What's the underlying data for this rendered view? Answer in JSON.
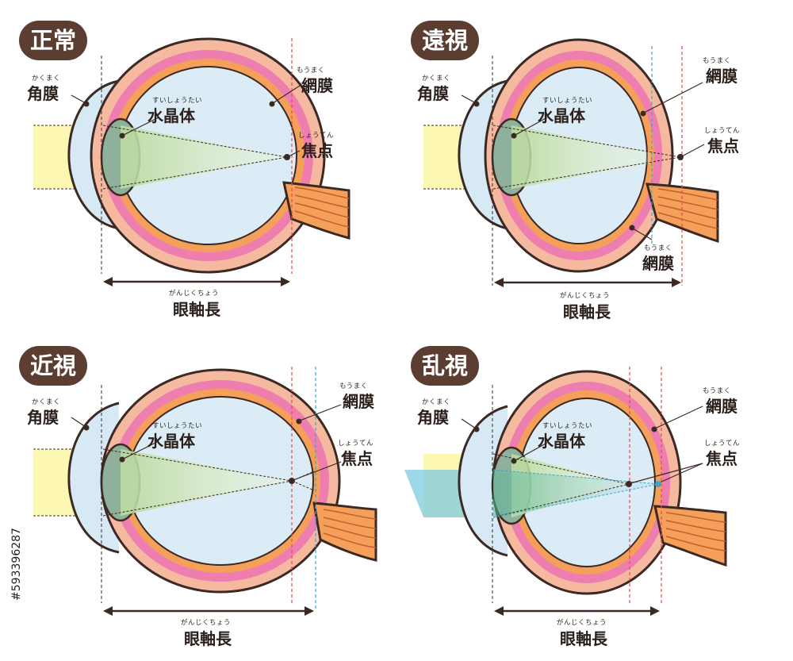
{
  "panels": [
    {
      "id": "normal",
      "title": "正常",
      "labels": {
        "cornea": {
          "ruby": "かくまく",
          "text": "角膜"
        },
        "retina": {
          "ruby": "もうまく",
          "text": "網膜"
        },
        "lens": {
          "ruby": "すいしょうたい",
          "text": "水晶体"
        },
        "focus": {
          "ruby": "しょうてん",
          "text": "焦点"
        },
        "axial_length": {
          "ruby": "がんじくちょう",
          "text": "眼軸長"
        }
      }
    },
    {
      "id": "hyperopia",
      "title": "遠視",
      "labels": {
        "cornea": {
          "ruby": "かくまく",
          "text": "角膜"
        },
        "retina": {
          "ruby": "もうまく",
          "text": "網膜"
        },
        "retina_lower": {
          "ruby": "もうまく",
          "text": "網膜"
        },
        "lens": {
          "ruby": "すいしょうたい",
          "text": "水晶体"
        },
        "focus": {
          "ruby": "しょうてん",
          "text": "焦点"
        },
        "axial_length": {
          "ruby": "がんじくちょう",
          "text": "眼軸長"
        }
      }
    },
    {
      "id": "myopia",
      "title": "近視",
      "labels": {
        "cornea": {
          "ruby": "かくまく",
          "text": "角膜"
        },
        "retina": {
          "ruby": "もうまく",
          "text": "網膜"
        },
        "lens": {
          "ruby": "すいしょうたい",
          "text": "水晶体"
        },
        "focus": {
          "ruby": "しょうてん",
          "text": "焦点"
        },
        "axial_length": {
          "ruby": "がんじくちょう",
          "text": "眼軸長"
        }
      }
    },
    {
      "id": "astigmatism",
      "title": "乱視",
      "labels": {
        "cornea": {
          "ruby": "かくまく",
          "text": "角膜"
        },
        "retina": {
          "ruby": "もうまく",
          "text": "網膜"
        },
        "lens": {
          "ruby": "すいしょうたい",
          "text": "水晶体"
        },
        "focus": {
          "ruby": "しょうてん",
          "text": "焦点"
        },
        "axial_length": {
          "ruby": "がんじくちょう",
          "text": "眼軸長"
        }
      }
    }
  ],
  "stock_id": "#593396287",
  "colors": {
    "sclera": "#f5b9a0",
    "choroid": "#ee7eb0",
    "retina": "#f5a05a",
    "vitreous": "#dcecf6",
    "cornea": "#d7e9f5",
    "lens": "#8fb09a",
    "light_beam": "#fdf7b4",
    "outline": "#3b2a24",
    "badge": "#5b3e31",
    "guide_red": "#e24b4b",
    "guide_blue": "#3aa6c9"
  }
}
